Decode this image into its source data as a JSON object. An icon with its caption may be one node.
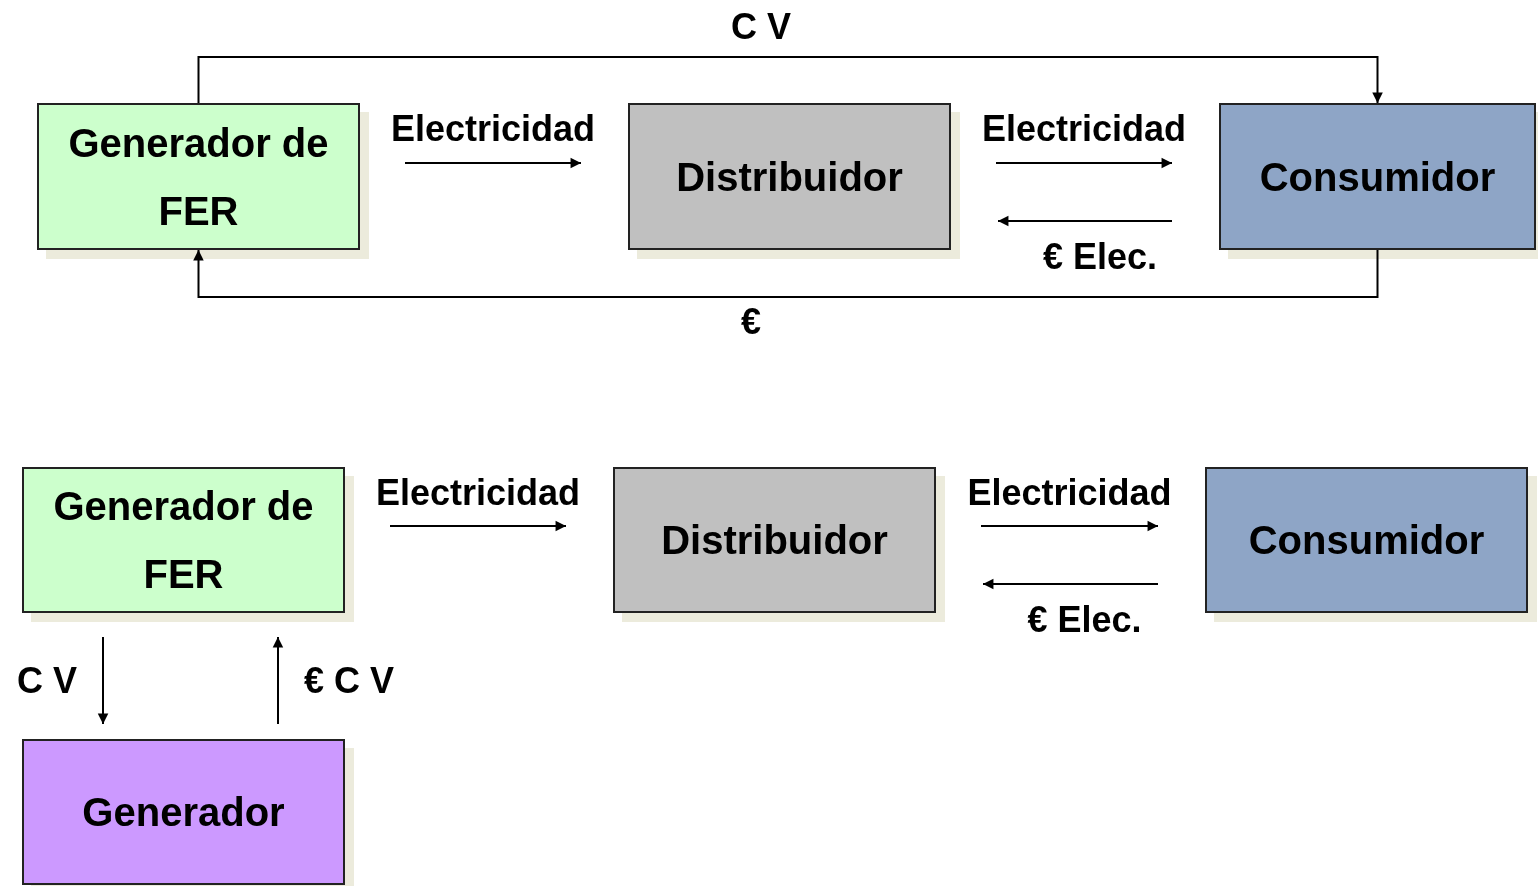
{
  "diagram": {
    "nodes": [
      {
        "text": [
          "Generador de FER"
        ]
      },
      {
        "text": [
          "Distribuidor"
        ]
      },
      {
        "text": [
          "Consumidor"
        ]
      },
      {
        "text": [
          "Generador de FER"
        ]
      },
      {
        "text": [
          "Distribuidor"
        ]
      },
      {
        "text": [
          "Consumidor"
        ]
      },
      {
        "text": [
          "Generador"
        ]
      }
    ],
    "edges": [
      {
        "from": 0,
        "to": 2,
        "arrow": "to",
        "label": "C V"
      },
      {
        "from": 2,
        "to": 0,
        "arrow": "to",
        "label": "€"
      },
      {
        "from": 0,
        "to": 1,
        "arrow": "to",
        "label": "Electricidad"
      },
      {
        "from": 1,
        "to": 2,
        "arrow": "to",
        "label": "Electricidad"
      },
      {
        "from": 2,
        "to": 1,
        "arrow": "to",
        "label": "€ Elec."
      },
      {
        "from": 3,
        "to": 4,
        "arrow": "to",
        "label": "Electricidad"
      },
      {
        "from": 4,
        "to": 5,
        "arrow": "to",
        "label": "Electricidad"
      },
      {
        "from": 5,
        "to": 4,
        "arrow": "to",
        "label": "€ Elec."
      },
      {
        "from": 3,
        "to": 6,
        "arrow": "to",
        "label": "C V"
      },
      {
        "from": 6,
        "to": 3,
        "arrow": "to",
        "label": "€ C V"
      }
    ]
  }
}
